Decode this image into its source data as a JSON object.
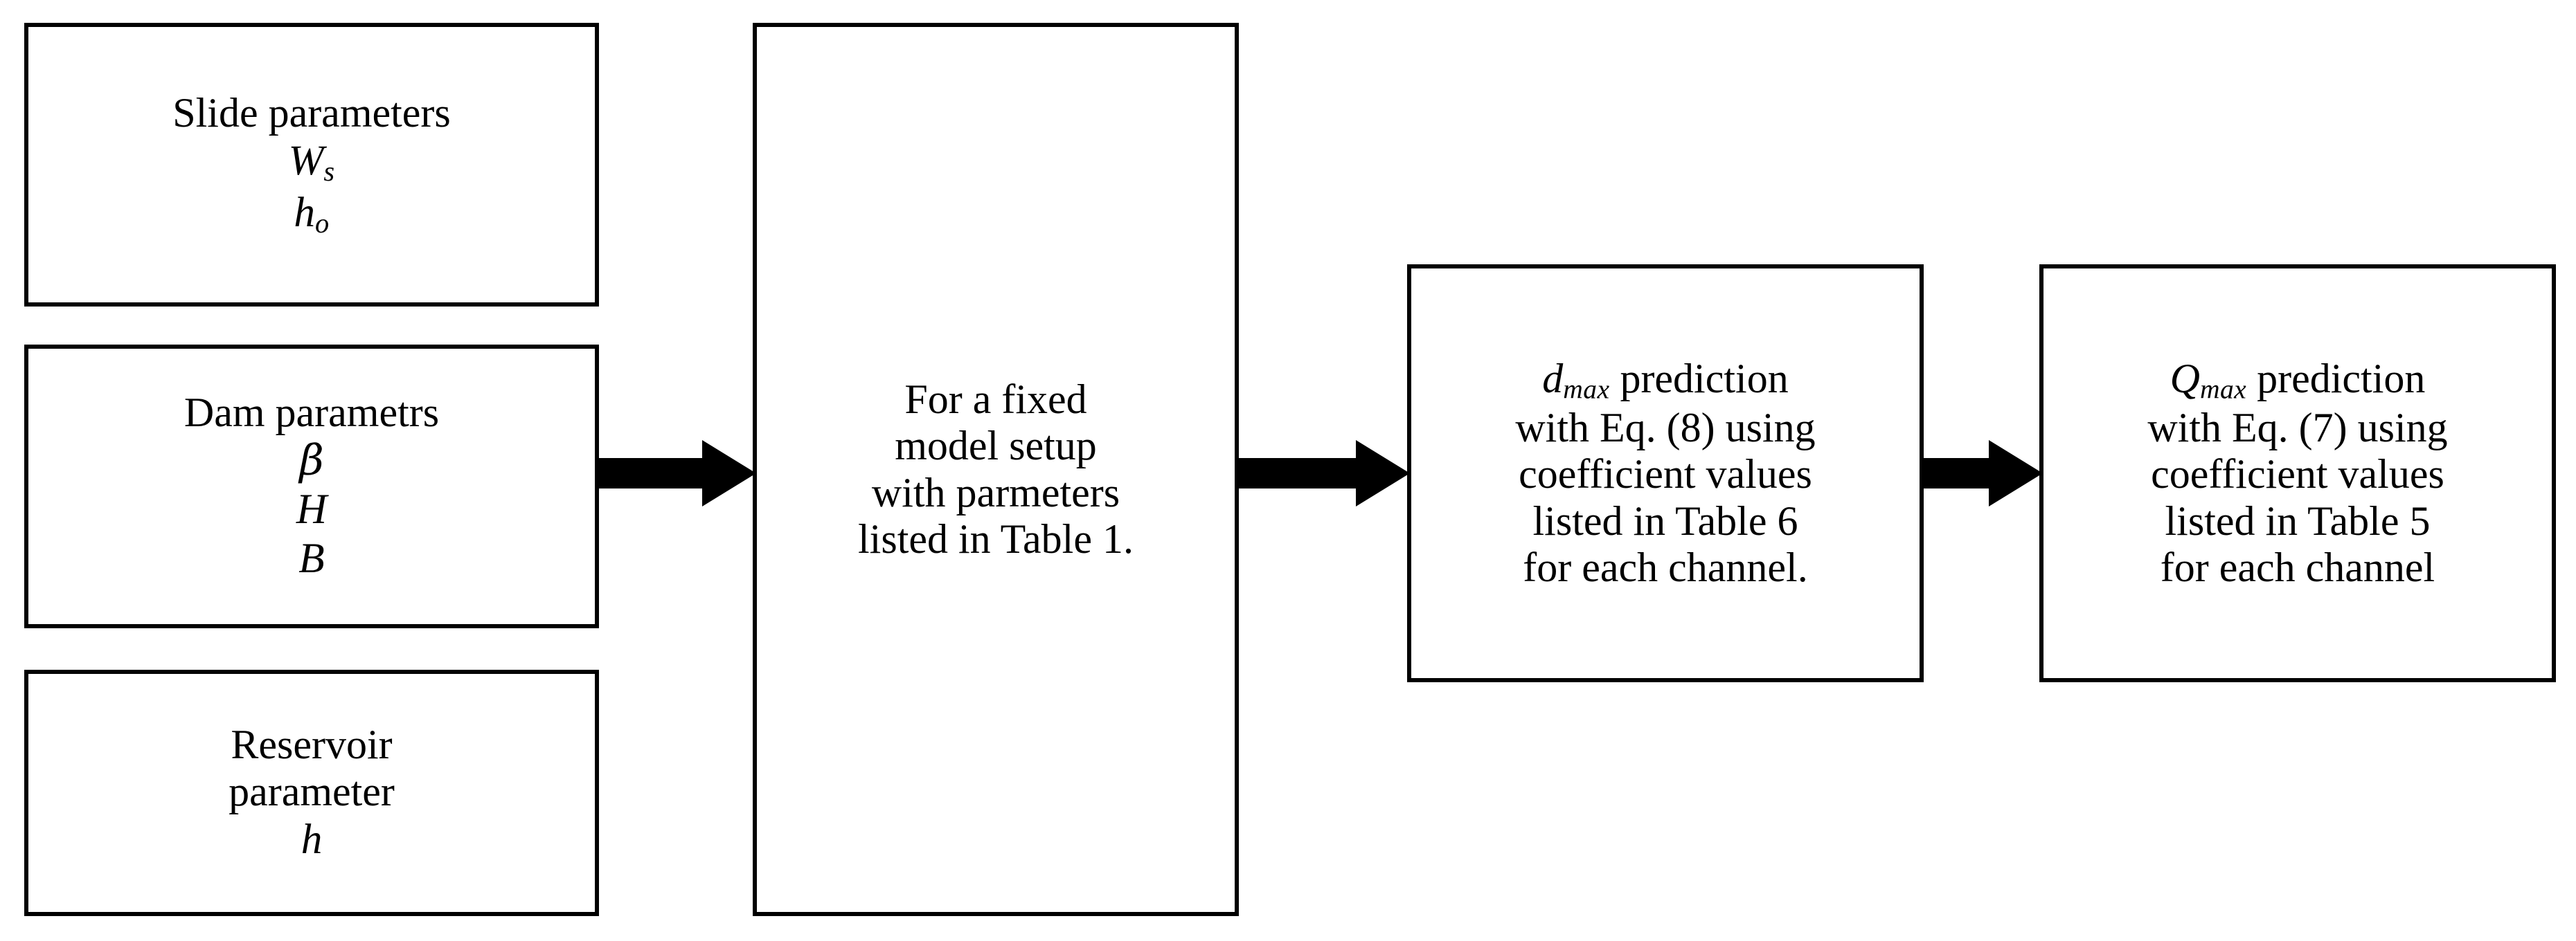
{
  "diagram": {
    "type": "flowchart",
    "orientation": "left-to-right",
    "background_color": "#ffffff",
    "stroke_color": "#000000",
    "nodes": [
      {
        "id": "slide-parameters",
        "title": "Slide parameters",
        "symbols": [
          "Ws",
          "ho"
        ],
        "symbol_base": [
          "W",
          "h"
        ],
        "symbol_sub": [
          "s",
          "o"
        ]
      },
      {
        "id": "dam-parameters",
        "title": "Dam parametrs",
        "symbols": [
          "β",
          "H",
          "B"
        ]
      },
      {
        "id": "reservoir-parameter",
        "title_line1": "Reservoir",
        "title_line2": "parameter",
        "symbols": [
          "h"
        ]
      },
      {
        "id": "model-setup",
        "lines": [
          "For a fixed",
          "model setup",
          "with parmeters",
          "listed in Table 1."
        ]
      },
      {
        "id": "dmax-prediction",
        "symbol_base": "d",
        "symbol_sub": "max",
        "lines": [
          " prediction",
          "with Eq. (8) using",
          "coefficient values",
          "listed in Table 6",
          "for each channel."
        ]
      },
      {
        "id": "qmax-prediction",
        "symbol_base": "Q",
        "symbol_sub": "max",
        "lines": [
          " prediction",
          "with Eq. (7) using",
          "coefficient values",
          "listed in Table 5",
          "for each channel"
        ]
      }
    ],
    "arrows": [
      {
        "id": "arrow-1",
        "from": "dam-parameters",
        "to": "model-setup",
        "direction": "right"
      },
      {
        "id": "arrow-2",
        "from": "model-setup",
        "to": "dmax-prediction",
        "direction": "right"
      },
      {
        "id": "arrow-3",
        "from": "dmax-prediction",
        "to": "qmax-prediction",
        "direction": "right"
      }
    ]
  }
}
